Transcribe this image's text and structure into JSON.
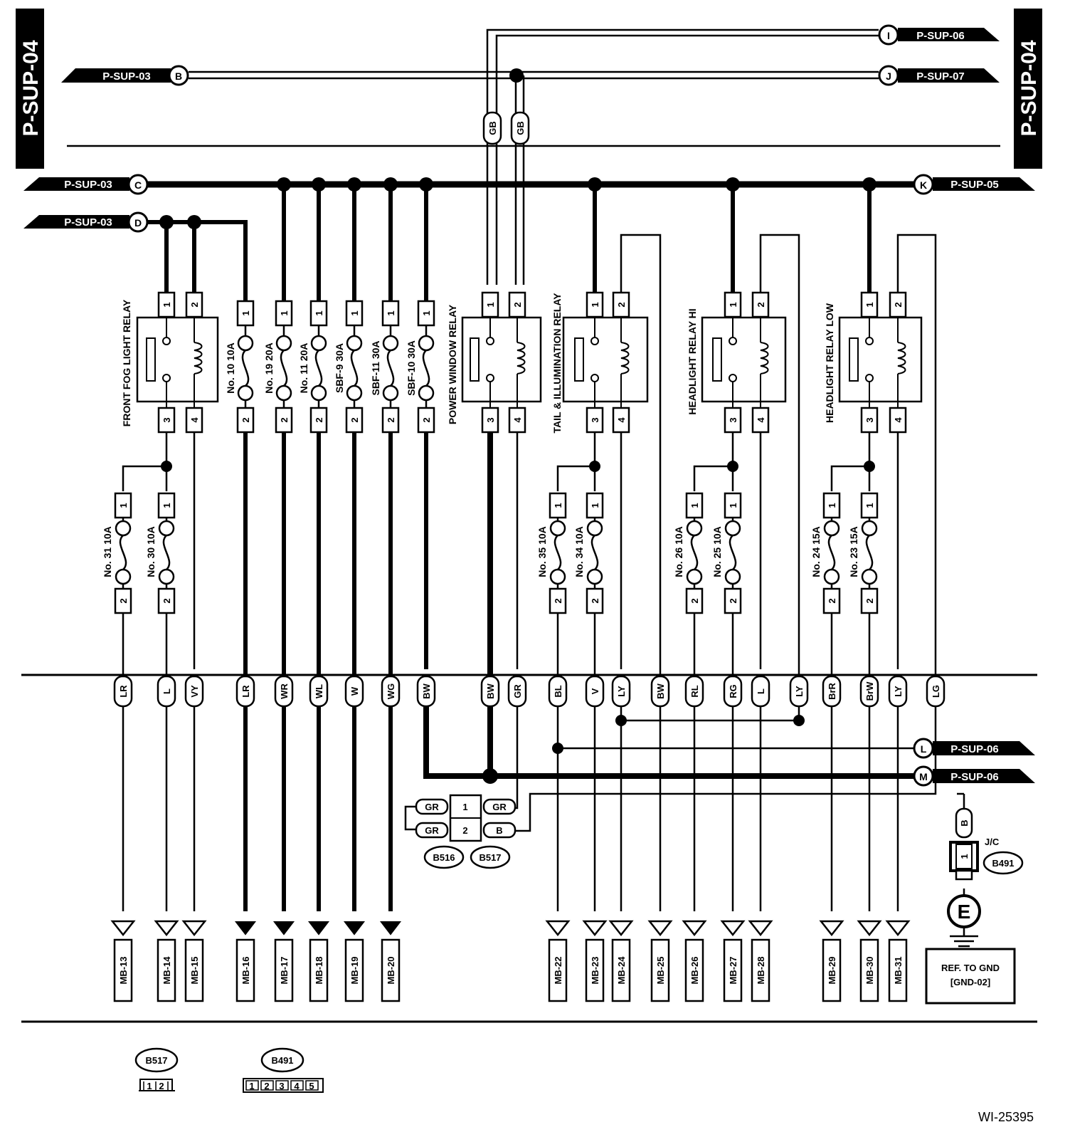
{
  "side_titles": {
    "left": "P-SUP-04",
    "right": "P-SUP-04"
  },
  "offpage": {
    "B": {
      "letter": "B",
      "ref": "P-SUP-03"
    },
    "C": {
      "letter": "C",
      "ref": "P-SUP-03"
    },
    "D": {
      "letter": "D",
      "ref": "P-SUP-03"
    },
    "I": {
      "letter": "I",
      "ref": "P-SUP-06"
    },
    "J": {
      "letter": "J",
      "ref": "P-SUP-07"
    },
    "K": {
      "letter": "K",
      "ref": "P-SUP-05"
    },
    "L": {
      "letter": "L",
      "ref": "P-SUP-06"
    },
    "M": {
      "letter": "M",
      "ref": "P-SUP-06"
    }
  },
  "wire_gb": "GB",
  "relays": {
    "fog": "FRONT FOG LIGHT RELAY",
    "pw": "POWER WINDOW RELAY",
    "tail": "TAIL & ILLUMINATION RELAY",
    "hi": "HEADLIGHT RELAY HI",
    "low": "HEADLIGHT RELAY LOW"
  },
  "pins": {
    "p1": "1",
    "p2": "2",
    "p3": "3",
    "p4": "4"
  },
  "fuses_upper": {
    "f1": "No. 10 10A",
    "f2": "No. 19 20A",
    "f3": "No. 11 20A",
    "f4": "SBF-9 30A",
    "f5": "SBF-11 30A",
    "f6": "SBF-10 30A"
  },
  "fuses_lower": {
    "f1": "No. 31 10A",
    "f2": "No. 30 10A",
    "f3": "No. 35 10A",
    "f4": "No. 34 10A",
    "f5": "No. 26 10A",
    "f6": "No. 25 10A",
    "f7": "No. 24 15A",
    "f8": "No. 23 15A"
  },
  "wire_colors": {
    "c1": "LR",
    "c2": "L",
    "c3": "VY",
    "c4": "LR",
    "c5": "WR",
    "c6": "WL",
    "c7": "W",
    "c8": "WG",
    "c9": "BW",
    "c10": "BW",
    "c11": "GR",
    "c12": "BL",
    "c13": "V",
    "c14": "LY",
    "c15": "BW",
    "c16": "RL",
    "c17": "RG",
    "c18": "L",
    "c19": "LY",
    "c20": "BrR",
    "c21": "BrW",
    "c22": "LY",
    "c23": "LG"
  },
  "mb": {
    "m1": "MB-13",
    "m2": "MB-14",
    "m3": "MB-15",
    "m4": "MB-16",
    "m5": "MB-17",
    "m6": "MB-18",
    "m7": "MB-19",
    "m8": "MB-20",
    "m9": "MB-22",
    "m10": "MB-23",
    "m11": "MB-24",
    "m12": "MB-25",
    "m13": "MB-26",
    "m14": "MB-27",
    "m15": "MB-28",
    "m16": "MB-29",
    "m17": "MB-30",
    "m18": "MB-31"
  },
  "connector_pair": {
    "w1": "GR",
    "w2": "GR",
    "w3": "GR",
    "w4": "B",
    "pin1": "1",
    "pin2": "2",
    "c1": "B516",
    "c2": "B517"
  },
  "jc": {
    "wire": "B",
    "pin": "1",
    "label": "J/C",
    "connector": "B491"
  },
  "ground": {
    "symbol": "E",
    "line1": "REF. TO GND",
    "line2": "[GND-02]"
  },
  "legend": {
    "b517": {
      "name": "B517",
      "pins": [
        "1",
        "2"
      ]
    },
    "b491": {
      "name": "B491",
      "pins": [
        "1",
        "2",
        "3",
        "4",
        "5"
      ]
    }
  },
  "figure_id": "WI-25395"
}
